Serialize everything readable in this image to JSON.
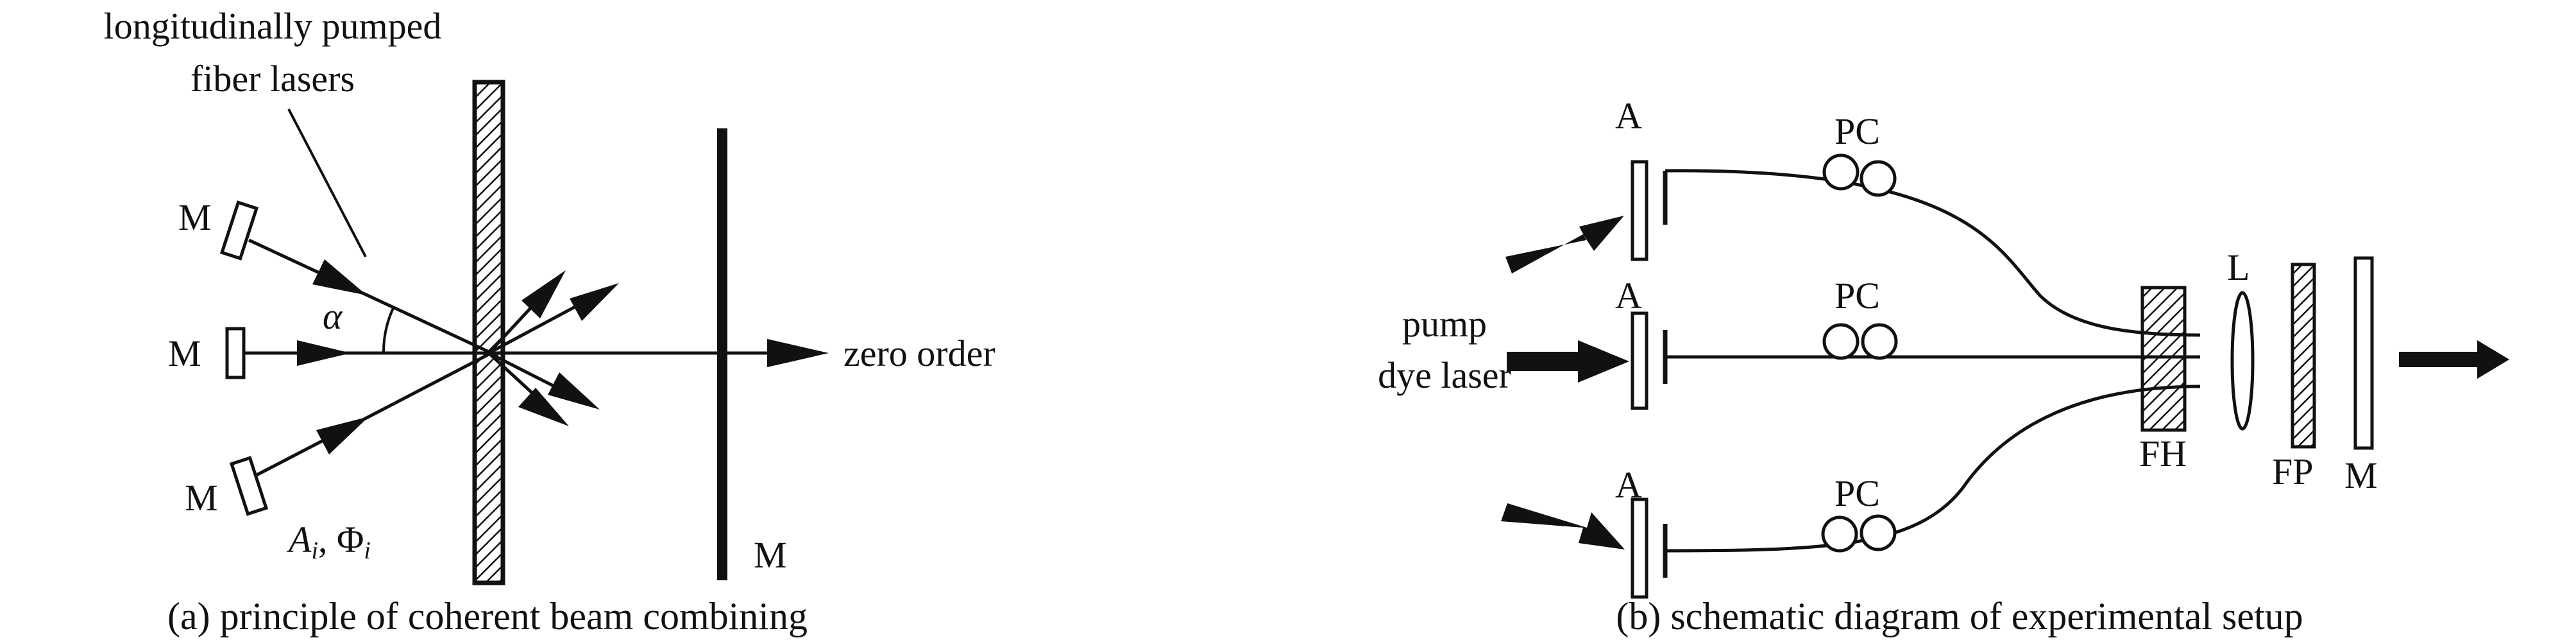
{
  "colors": {
    "ink": "#111111",
    "background": "#ffffff"
  },
  "panel_a": {
    "callout": {
      "line1": "longitudinally pumped",
      "line2": "fiber lasers"
    },
    "mirror_labels": [
      "M",
      "M",
      "M"
    ],
    "angle_label": "α",
    "zero_order_label": "zero order",
    "amp_phase": {
      "A": "A",
      "A_sub": "i",
      "sep": ", ",
      "Phi": "Φ",
      "Phi_sub": "i"
    },
    "output_mirror_label": "M",
    "caption": "(a) principle of coherent beam combining"
  },
  "panel_b": {
    "pump_label": {
      "line1": "pump",
      "line2": "dye laser"
    },
    "aperture_labels": [
      "A",
      "A",
      "A"
    ],
    "controller_labels": [
      "PC",
      "PC",
      "PC"
    ],
    "fiber_holder_label": "FH",
    "lens_label": "L",
    "fabry_perot_label": "FP",
    "mirror_label": "M",
    "caption": "(b) schematic diagram of experimental setup"
  }
}
